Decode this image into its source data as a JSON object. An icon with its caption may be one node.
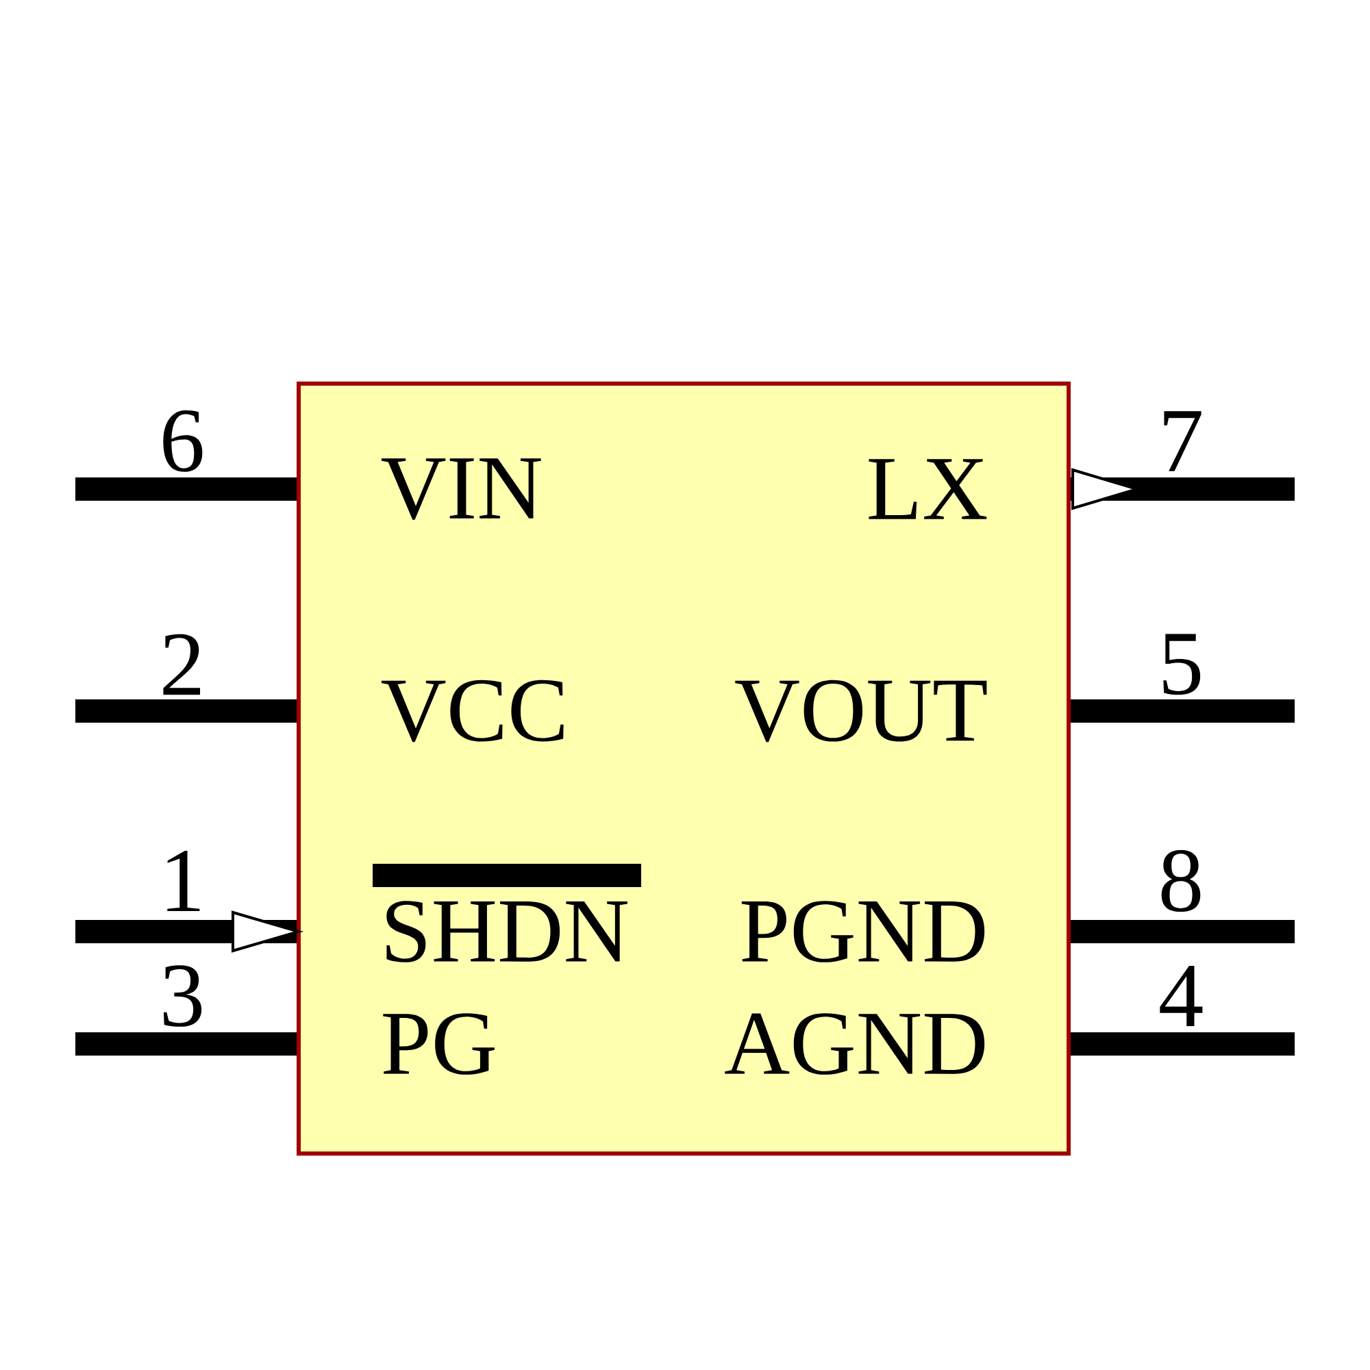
{
  "diagram": {
    "nodes": [
      {
        "text": [
          "VIN",
          "LX",
          "VCC",
          "VOUT",
          "SHDN",
          "PGND",
          "PG",
          "AGND"
        ]
      }
    ],
    "labels": [
      "6",
      "7",
      "2",
      "5",
      "1",
      "8",
      "3",
      "4"
    ]
  }
}
